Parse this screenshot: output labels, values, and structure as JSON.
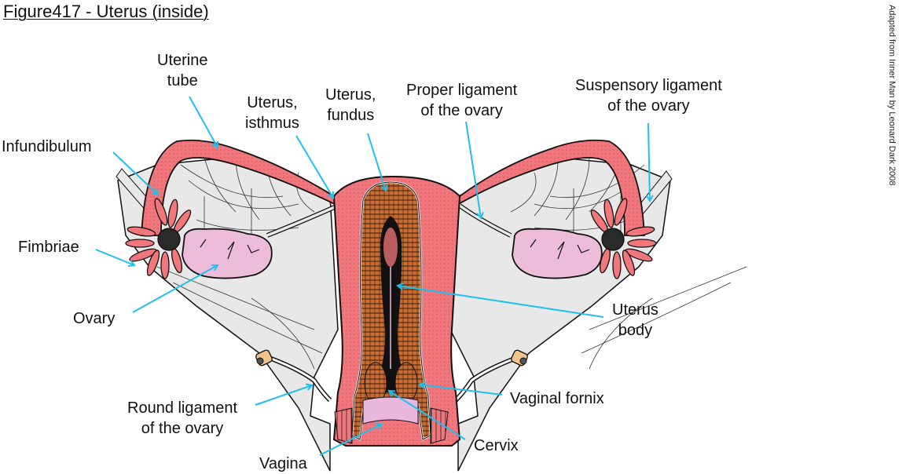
{
  "figure": {
    "title": "Figure417 - Uterus (inside)",
    "credit": "Adapted from Inner Man by Leonard Dark 2008"
  },
  "colors": {
    "arrow": "#1ec0f0",
    "tissue_pink": "#f2777c",
    "ovary": "#ecbcd9",
    "myometrium": "#c86c34",
    "ligament": "#e8e8e8",
    "round_ligament_cut": "#f0c48a",
    "vagina_lining": "#eab8dc"
  },
  "labels": {
    "uterine_tube": [
      "Uterine",
      "tube"
    ],
    "isthmus": [
      "Uterus,",
      "isthmus"
    ],
    "fundus": [
      "Uterus,",
      "fundus"
    ],
    "proper_ligament": [
      "Proper ligament",
      "of the ovary"
    ],
    "suspensory_ligament": [
      "Suspensory ligament",
      "of the ovary"
    ],
    "infundibulum": [
      "Infundibulum"
    ],
    "fimbriae": [
      "Fimbriae"
    ],
    "ovary": [
      "Ovary"
    ],
    "uterus_body": [
      "Uterus",
      "body"
    ],
    "round_ligament": [
      "Round ligament",
      "of the ovary"
    ],
    "vaginal_fornix": [
      "Vaginal fornix"
    ],
    "cervix": [
      "Cervix"
    ],
    "vagina": [
      "Vagina"
    ]
  }
}
